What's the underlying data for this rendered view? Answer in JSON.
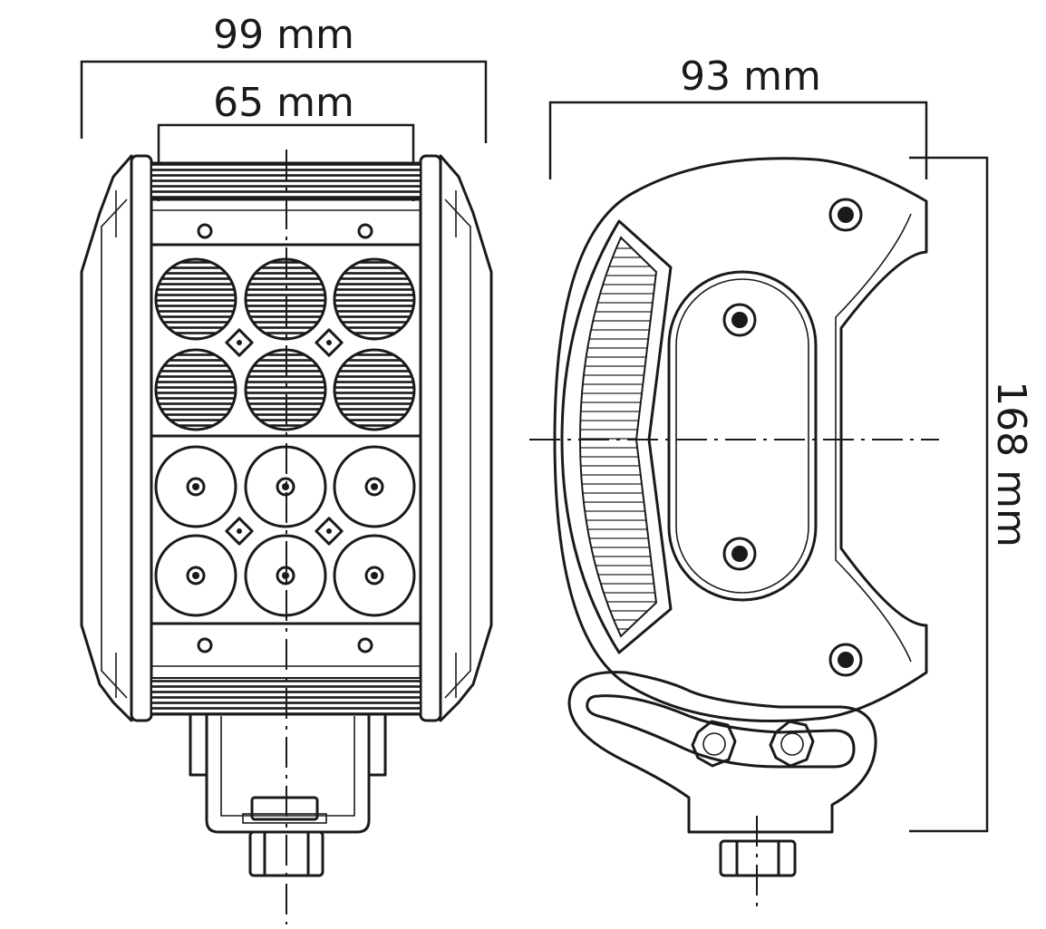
{
  "dimensions": {
    "overall_width": "99 mm",
    "mount_width": "65 mm",
    "depth": "93 mm",
    "height": "168 mm"
  },
  "views": [
    {
      "name": "front-view"
    },
    {
      "name": "side-view"
    }
  ],
  "colors": {
    "line": "#1a1a1a",
    "background": "#ffffff"
  }
}
